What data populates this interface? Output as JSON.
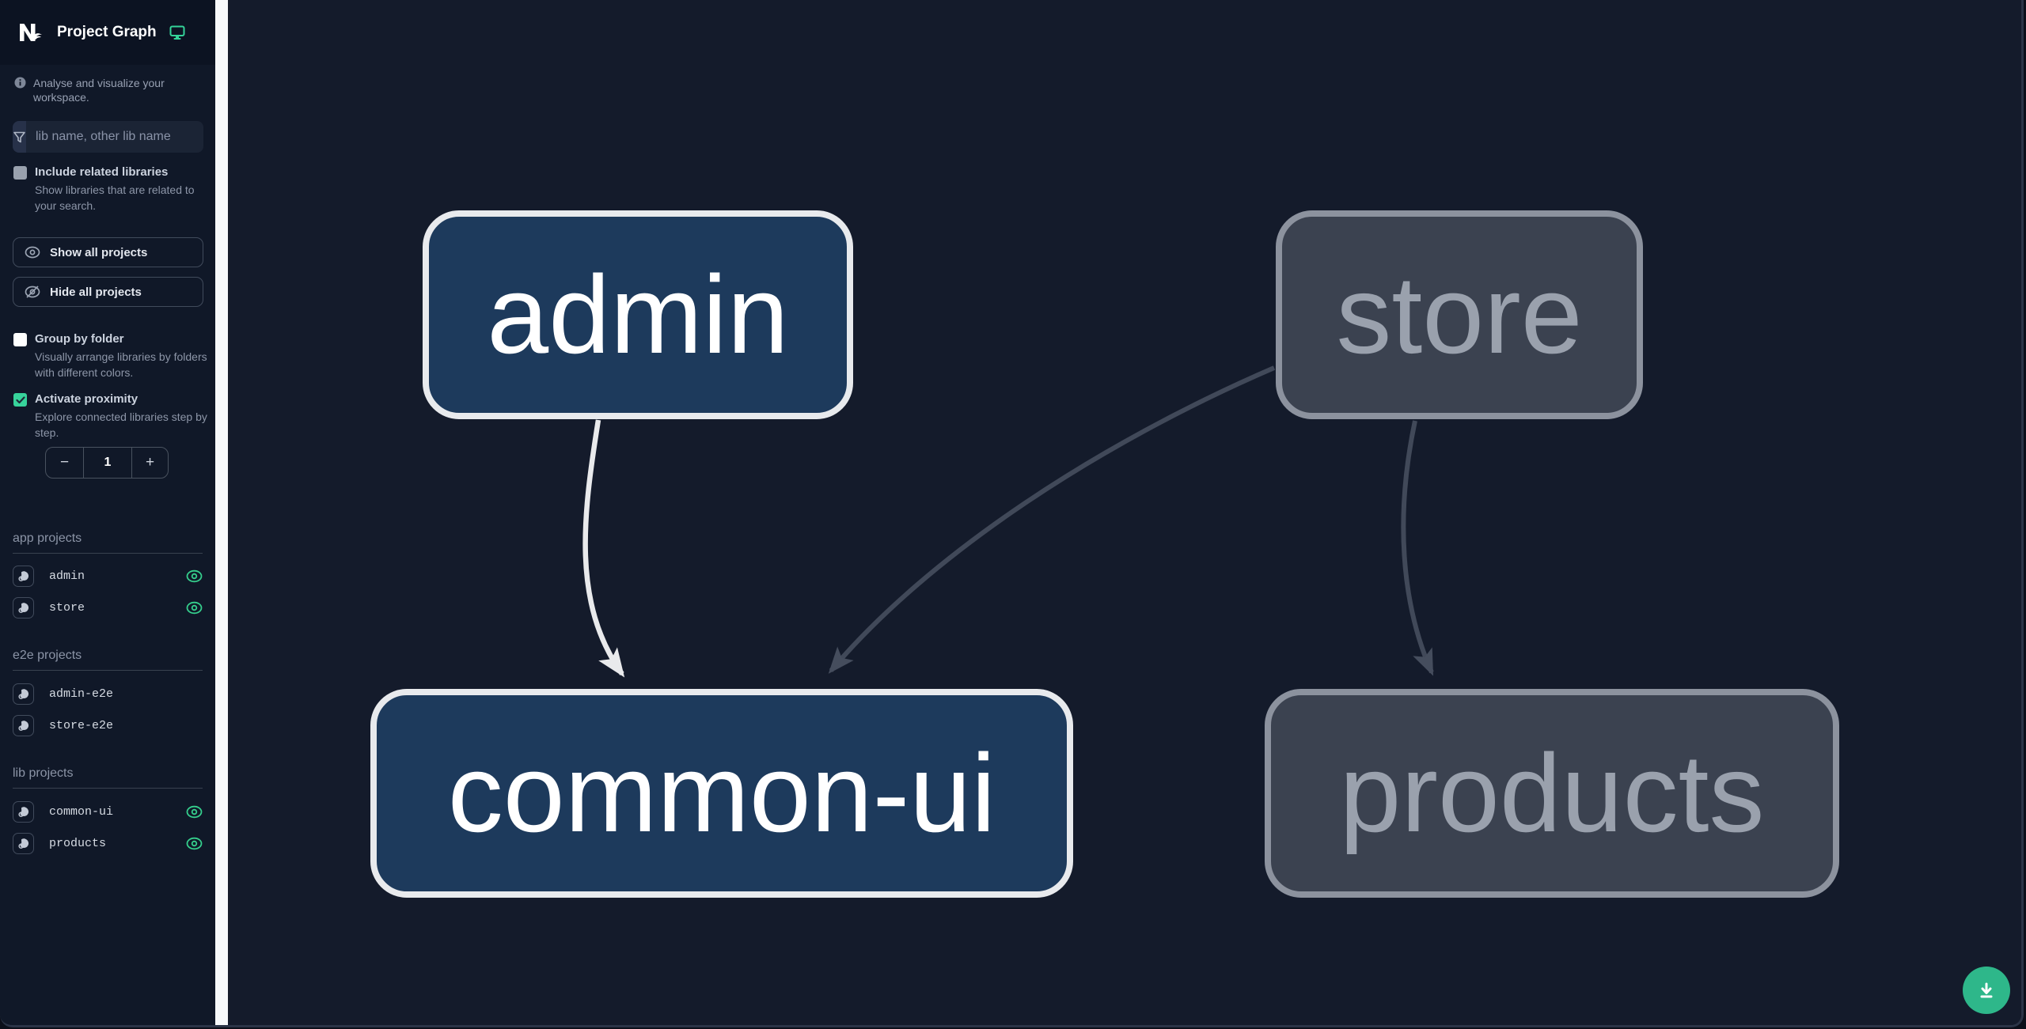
{
  "header": {
    "title": "Project Graph"
  },
  "sidebar": {
    "tagline": "Analyse and visualize your workspace.",
    "search": {
      "placeholder": "lib name, other lib name"
    },
    "include_related": {
      "label": "Include related libraries",
      "description": "Show libraries that are related to your search.",
      "checked": false
    },
    "show_all_label": "Show all projects",
    "hide_all_label": "Hide all projects",
    "group_by_folder": {
      "label": "Group by folder",
      "description": "Visually arrange libraries by folders with different colors.",
      "checked": false
    },
    "proximity": {
      "label": "Activate proximity",
      "description": "Explore connected libraries step by step.",
      "checked": true,
      "decrement_label": "−",
      "value": "1",
      "increment_label": "+"
    },
    "sections": [
      {
        "title": "app projects",
        "items": [
          {
            "name": "admin",
            "eye_visible": true
          },
          {
            "name": "store",
            "eye_visible": true
          }
        ]
      },
      {
        "title": "e2e projects",
        "items": [
          {
            "name": "admin-e2e",
            "eye_visible": false
          },
          {
            "name": "store-e2e",
            "eye_visible": false
          }
        ]
      },
      {
        "title": "lib projects",
        "items": [
          {
            "name": "common-ui",
            "eye_visible": true
          },
          {
            "name": "products",
            "eye_visible": true
          }
        ]
      }
    ]
  },
  "graph": {
    "nodes": [
      {
        "id": "admin",
        "label": "admin",
        "state": "focused"
      },
      {
        "id": "store",
        "label": "store",
        "state": "dimmed"
      },
      {
        "id": "common-ui",
        "label": "common-ui",
        "state": "focused"
      },
      {
        "id": "products",
        "label": "products",
        "state": "dimmed"
      }
    ],
    "edges": [
      {
        "source": "admin",
        "target": "common-ui",
        "state": "highlighted"
      },
      {
        "source": "store",
        "target": "common-ui",
        "state": "dimmed"
      },
      {
        "source": "store",
        "target": "products",
        "state": "dimmed"
      }
    ]
  },
  "fab": {
    "icon": "download-icon"
  },
  "colors": {
    "accent_green": "#2eb78a",
    "eye_green": "#35cf8d",
    "checkbox_green": "#37d39b",
    "focused_node_fill": "#1d3a5c",
    "focused_node_border": "#e8eaed",
    "dimmed_node_fill": "#3b4250",
    "dimmed_node_border": "#8c929e",
    "edge_light": "#e9eaec",
    "edge_dim": "#414959",
    "canvas_bg": "#141b2b",
    "sidebar_bg": "#101828"
  }
}
